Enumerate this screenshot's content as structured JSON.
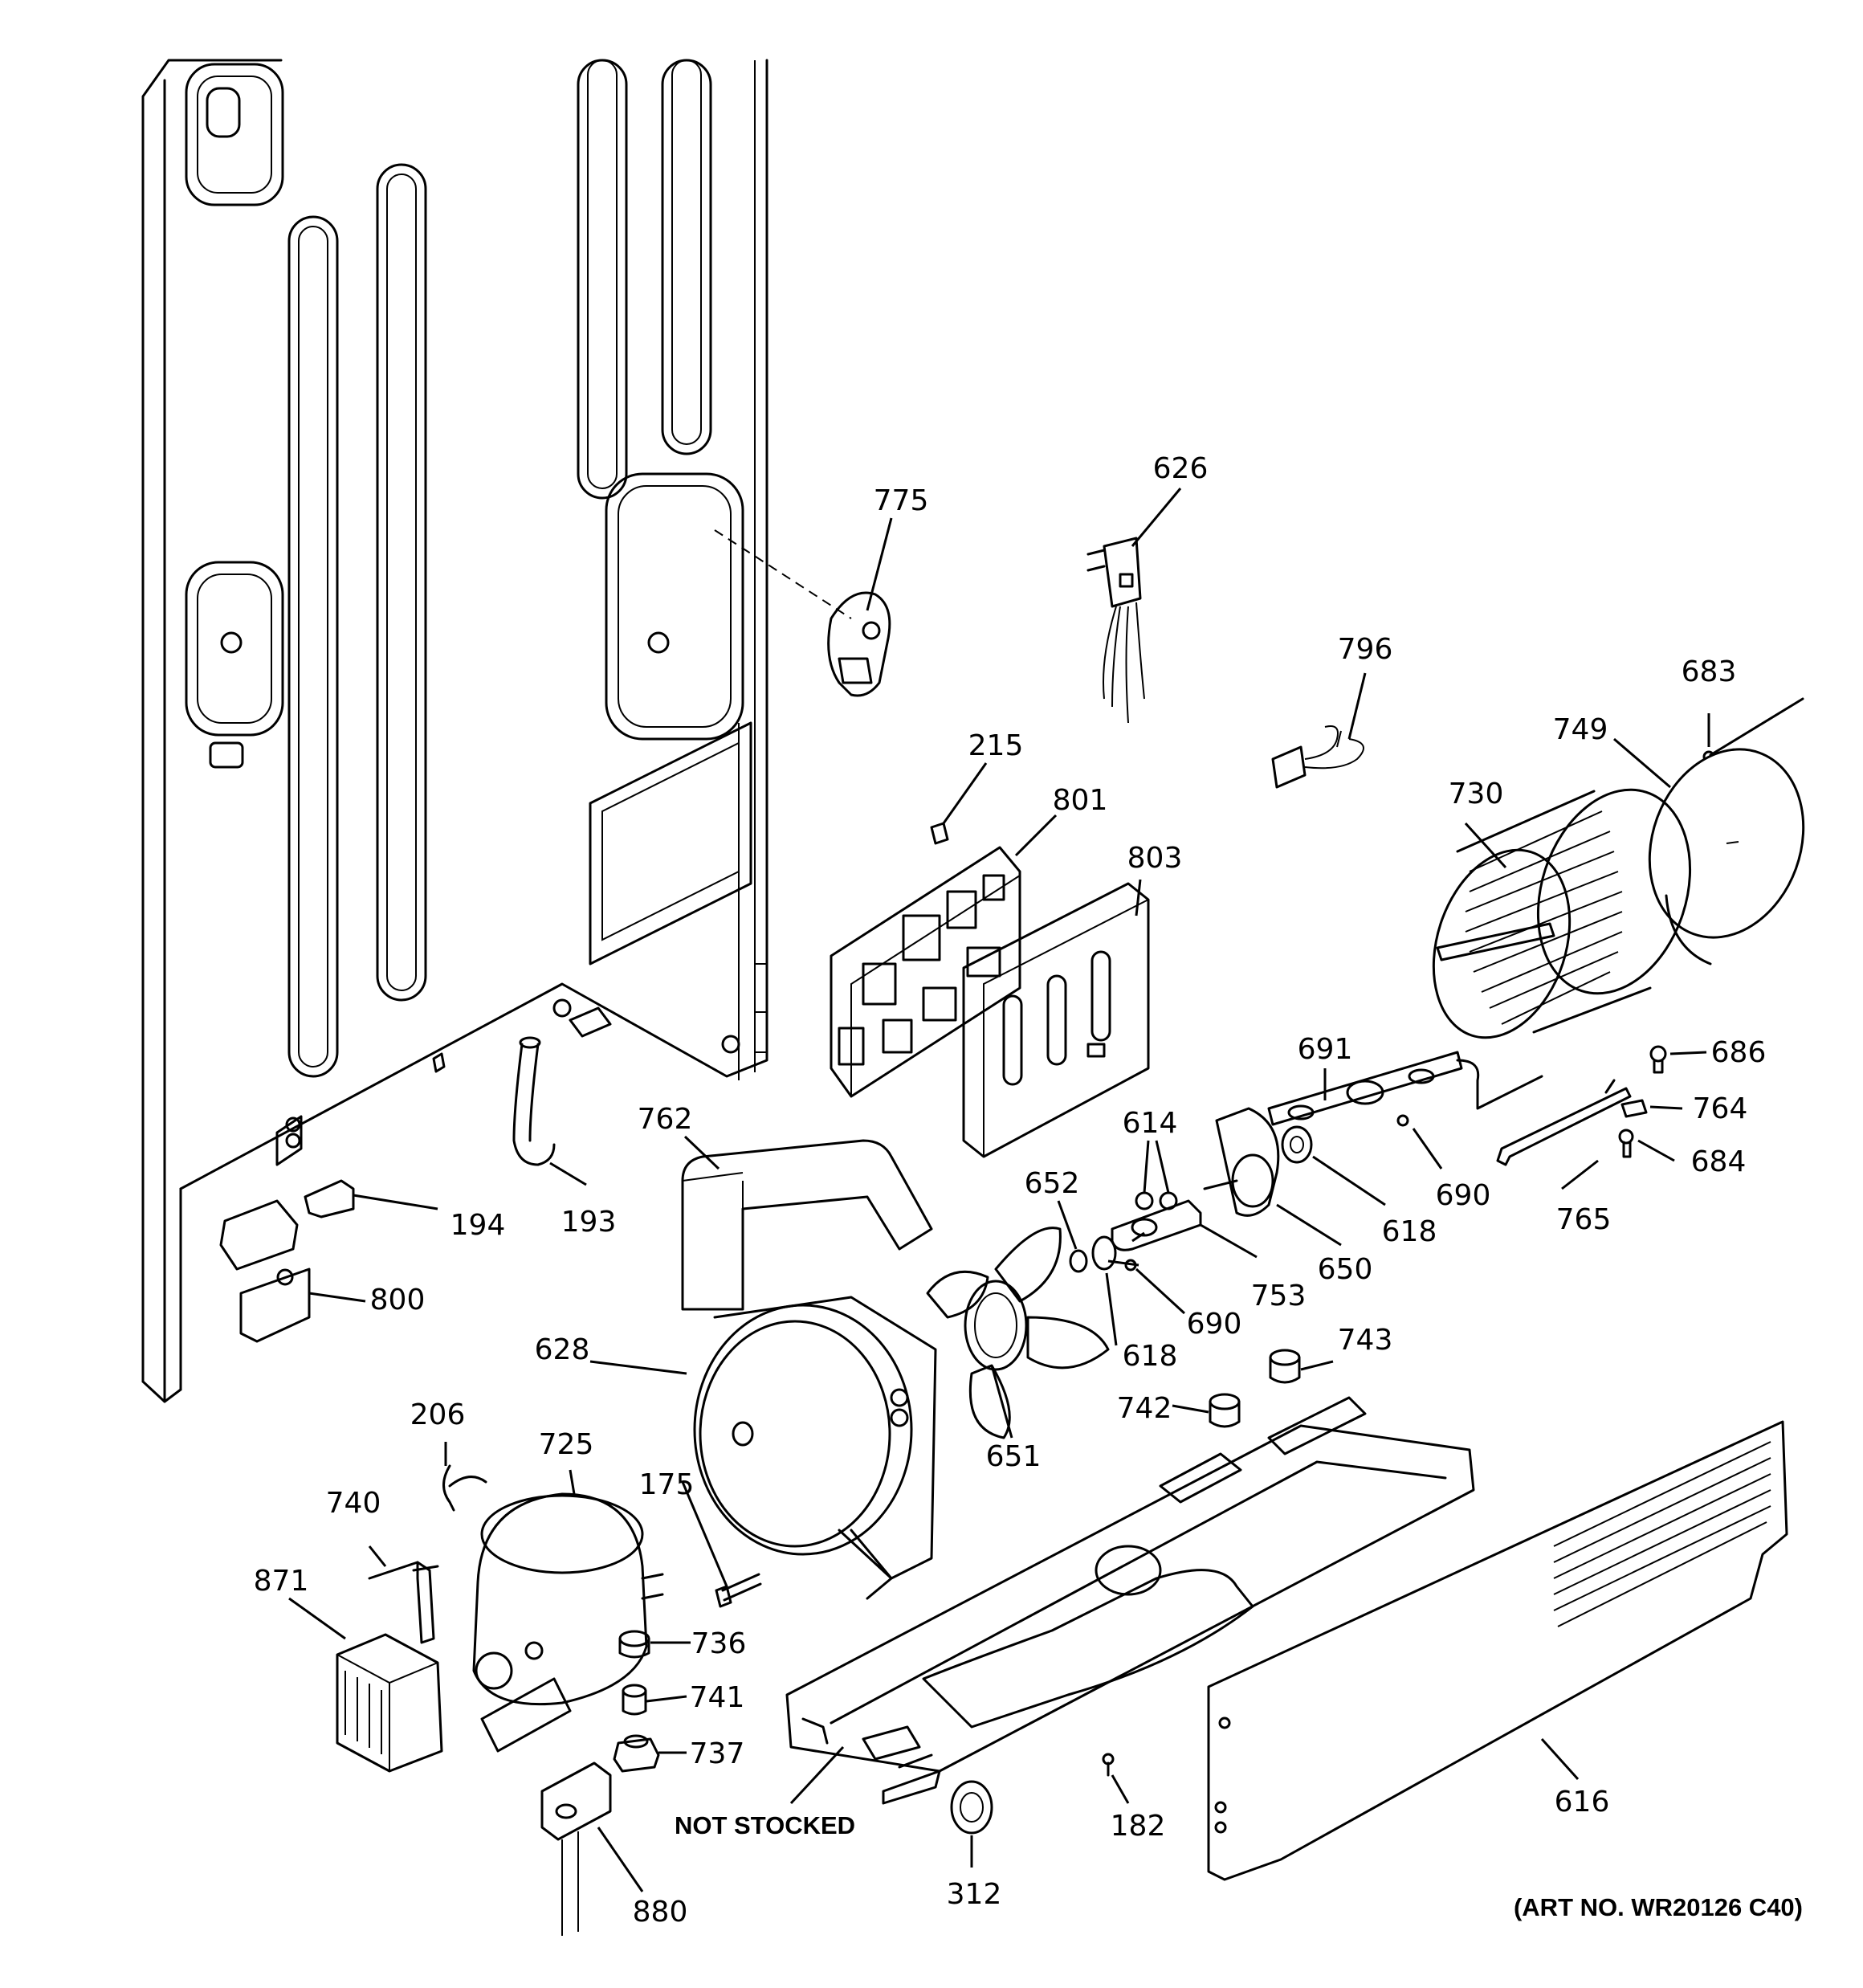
{
  "labels": [
    "775",
    "626",
    "796",
    "683",
    "749",
    "730",
    "215",
    "801",
    "803",
    "691",
    "686",
    "764",
    "684",
    "690",
    "765",
    "618",
    "650",
    "614",
    "753",
    "652",
    "762",
    "193",
    "194",
    "800",
    "628",
    "742",
    "743",
    "651",
    "206",
    "725",
    "175",
    "740",
    "871",
    "736",
    "741",
    "737",
    "880",
    "312",
    "182",
    "616"
  ],
  "notes": {
    "not_stocked": "NOT STOCKED",
    "art_no": "(ART NO. WR20126 C40)"
  }
}
